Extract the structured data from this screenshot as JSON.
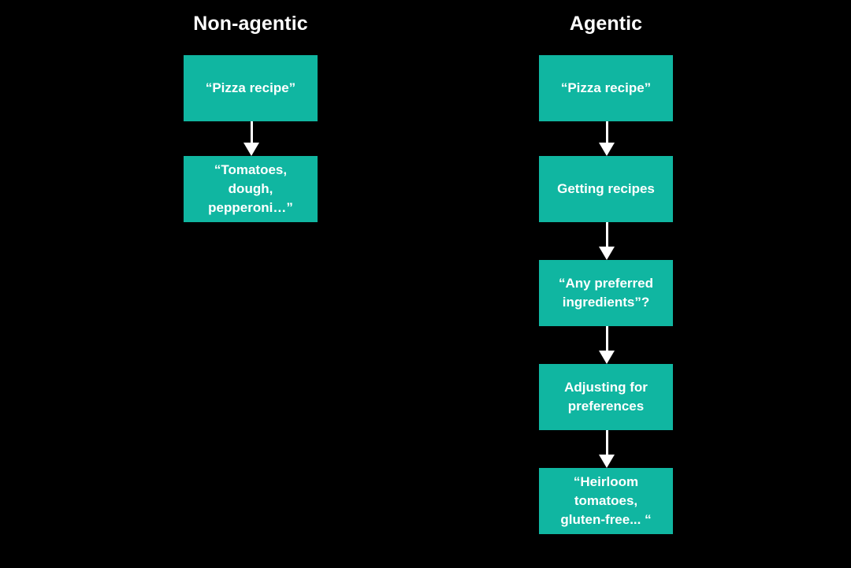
{
  "canvas": {
    "background": "#000000",
    "box_color": "#10b6a1",
    "text_color": "#ffffff",
    "arrow_color": "#ffffff"
  },
  "columns": [
    {
      "id": "non-agentic",
      "header": "Non-agentic",
      "nodes": [
        {
          "id": "left-query",
          "lines": [
            "“Pizza recipe”"
          ]
        },
        {
          "id": "left-answer",
          "lines": [
            "“Tomatoes,",
            "dough,",
            "pepperoni…”"
          ]
        }
      ],
      "arrows": [
        {
          "id": "left-arrow-1",
          "from": "left-query",
          "to": "left-answer"
        }
      ]
    },
    {
      "id": "agentic",
      "header": "Agentic",
      "nodes": [
        {
          "id": "right-query",
          "lines": [
            "“Pizza recipe”"
          ]
        },
        {
          "id": "right-getting",
          "lines": [
            "Getting recipes"
          ]
        },
        {
          "id": "right-question",
          "lines": [
            "“Any preferred",
            "ingredients”?"
          ]
        },
        {
          "id": "right-adjusting",
          "lines": [
            "Adjusting for",
            "preferences"
          ]
        },
        {
          "id": "right-answer",
          "lines": [
            "“Heirloom",
            "tomatoes,",
            "gluten-free... “"
          ]
        }
      ],
      "arrows": [
        {
          "id": "right-arrow-1",
          "from": "right-query",
          "to": "right-getting"
        },
        {
          "id": "right-arrow-2",
          "from": "right-getting",
          "to": "right-question"
        },
        {
          "id": "right-arrow-3",
          "from": "right-question",
          "to": "right-adjusting"
        },
        {
          "id": "right-arrow-4",
          "from": "right-adjusting",
          "to": "right-answer"
        }
      ]
    }
  ]
}
